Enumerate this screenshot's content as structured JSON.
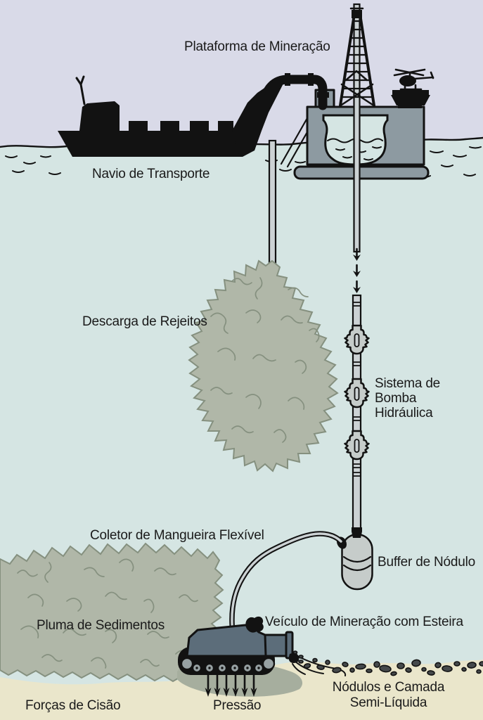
{
  "figure": {
    "labels": {
      "platform": "Plataforma de Mineração",
      "ship": "Navio de Transporte",
      "tailings_discharge": "Descarga de Rejeitos",
      "pump_system": [
        "Sistema de",
        "Bomba",
        "Hidráulica"
      ],
      "hose_collector": "Coletor de Mangueira Flexível",
      "nodule_buffer": "Buffer de Nódulo",
      "sediment_plume": "Pluma de Sedimentos",
      "mining_vehicle": "Veículo de Mineração com Esteira",
      "shear_forces": "Forças de Cisão",
      "pressure": "Pressão",
      "nodules_layer": [
        "Nódulos e Camada",
        "Semi-Líquida"
      ]
    },
    "colors": {
      "sky": "#d9dae8",
      "water": "#d5e5e3",
      "seabed": "#eae6cb",
      "plume": "#b0b7a8",
      "plume_shadow": "#a6ae9e",
      "plume_edge": "#85907f",
      "structure": "#8d9aa1",
      "pipe": "#ccd2d4",
      "pump": "#c6ccca",
      "vehicle": "#5c6d7a",
      "wheel": "#97a1a3",
      "nodule": "#45494b",
      "ink": "#121212",
      "label": "#1a1a1a"
    }
  }
}
